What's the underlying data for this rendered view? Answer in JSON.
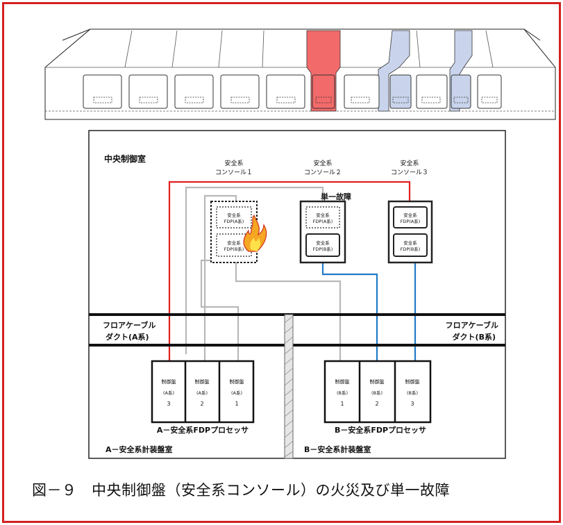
{
  "room": {
    "label": "中央制御室"
  },
  "consoles": [
    {
      "title_line1": "安全系",
      "title_line2": "コンソール１",
      "fdp_a": "安全系\nFDP(A系)",
      "fdp_b": "安全系\nFDP(B系)",
      "state": "fire"
    },
    {
      "title_line1": "安全系",
      "title_line2": "コンソール２",
      "fdp_a": "安全系\nFDP(A系)",
      "fdp_b": "安全系\nFDP(B系)",
      "state": "single-failure"
    },
    {
      "title_line1": "安全系",
      "title_line2": "コンソール３",
      "fdp_a": "安全系\nFDP(A系)",
      "fdp_b": "安全系\nFDP(B系)",
      "state": "normal"
    }
  ],
  "single_failure_label": "単一故障",
  "ducts": {
    "a": [
      "フロアケーブル",
      "ダクト(A系)"
    ],
    "b": [
      "フロアケーブル",
      "ダクト(B系)"
    ]
  },
  "panels_a": [
    {
      "name": "制御盤",
      "sys": "(A系)",
      "num": "3"
    },
    {
      "name": "制御盤",
      "sys": "(A系)",
      "num": "2"
    },
    {
      "name": "制御盤",
      "sys": "(A系)",
      "num": "1"
    }
  ],
  "panels_b": [
    {
      "name": "制御盤",
      "sys": "(B系)",
      "num": "1"
    },
    {
      "name": "制御盤",
      "sys": "(B系)",
      "num": "2"
    },
    {
      "name": "制御盤",
      "sys": "(B系)",
      "num": "3"
    }
  ],
  "processor_a": "A－安全系FDPプロセッサ",
  "processor_b": "B－安全系FDPプロセッサ",
  "room_a": "A－安全系計装盤室",
  "room_b": "B－安全系計装盤室",
  "caption": "図－９　中央制御盤（安全系コンソール）の火災及び単一故障",
  "colors": {
    "frame": "#d42020",
    "cable_a": "#e0201e",
    "cable_b": "#1f7ac8",
    "cable_grey": "#b8b8b8",
    "highlight_red": "#f26a6a",
    "highlight_blue": "#c9d4ec"
  }
}
